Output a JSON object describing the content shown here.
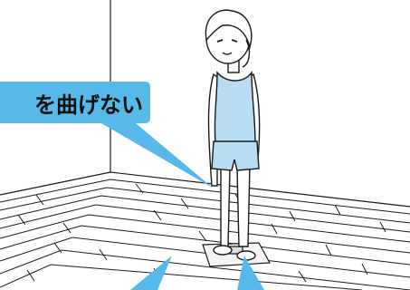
{
  "callout": {
    "text": "を曲げない",
    "color": "#57b9ea"
  },
  "colors": {
    "person_fill": "#b8dcf2",
    "outline": "#1a1a1a",
    "background": "#ffffff"
  },
  "icons": [
    "room-corner",
    "wooden-floor",
    "person-figure",
    "bathroom-scale",
    "callout-bubble",
    "pointer-arrow"
  ]
}
